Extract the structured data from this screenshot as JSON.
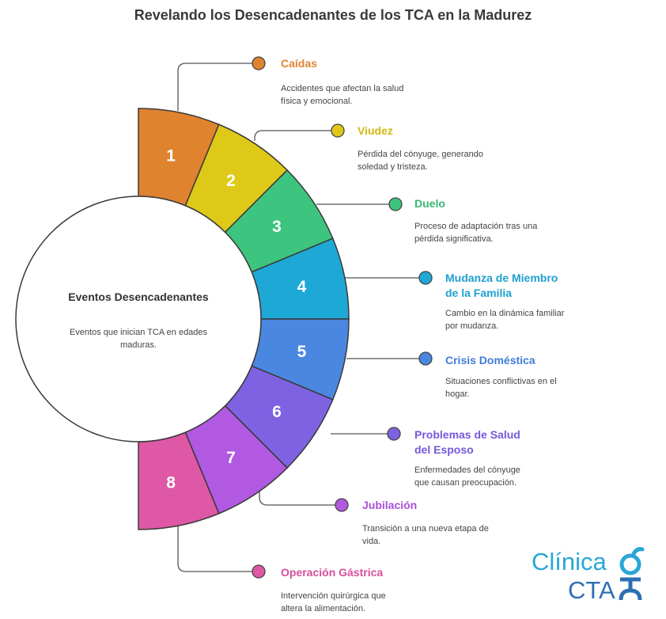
{
  "title": "Revelando los Desencadenantes de los TCA en la Madurez",
  "center": {
    "title": "Eventos Desencadenantes",
    "description": "Eventos que inician TCA en edades maduras."
  },
  "items": [
    {
      "number": "1",
      "label": "Caídas",
      "description": "Accidentes que afectan la salud física y emocional.",
      "color": "#E0832F",
      "text_color": "#E0832F"
    },
    {
      "number": "2",
      "label": "Viudez",
      "description": "Pérdida del cónyuge, generando soledad y tristeza.",
      "color": "#DEC918",
      "text_color": "#D2B80E"
    },
    {
      "number": "3",
      "label": "Duelo",
      "description": "Proceso de adaptación tras una pérdida significativa.",
      "color": "#3DC47E",
      "text_color": "#34B872"
    },
    {
      "number": "4",
      "label": "Mudanza de Miembro de la Familia",
      "description": "Cambio en la dinámica familiar por mudanza.",
      "color": "#1EA8D6",
      "text_color": "#1E9FD0"
    },
    {
      "number": "5",
      "label": "Crisis Doméstica",
      "description": "Situaciones conflictivas en el hogar.",
      "color": "#4A87E0",
      "text_color": "#3F7CD8"
    },
    {
      "number": "6",
      "label": "Problemas de Salud del Esposo",
      "description": "Enfermedades del cónyuge que causan preocupación.",
      "color": "#7E62E2",
      "text_color": "#7459DA"
    },
    {
      "number": "7",
      "label": "Jubilación",
      "description": "Transición a una nueva etapa de vida.",
      "color": "#B159E0",
      "text_color": "#A84FD8"
    },
    {
      "number": "8",
      "label": "Operación Gástrica",
      "description": "Intervención quirúrgica que altera la alimentación.",
      "color": "#DE58A6",
      "text_color": "#D64E9C"
    }
  ],
  "logo": {
    "line1": "Clínica",
    "line2": "CTA"
  }
}
